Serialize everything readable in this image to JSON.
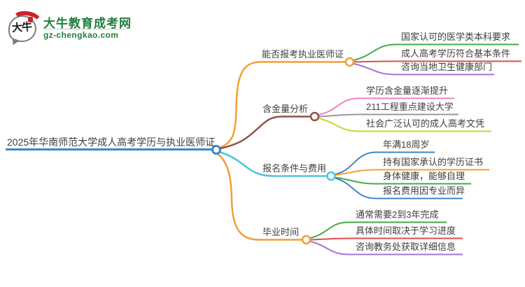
{
  "header": {
    "logo_text": "大牛",
    "site_name": "大牛教育成考网",
    "site_domain": "gz-chengkao.com",
    "brand_color": "#1E7E3C",
    "logo_red": "#C9252C"
  },
  "mindmap": {
    "root": {
      "label": "2025年华南师范大学成人高考学历与执业医师证",
      "color": "#3D86C6"
    },
    "branches": [
      {
        "label": "能否报考执业医师证",
        "color": "#F49D34",
        "children": [
          {
            "label": "国家认可的医学类本科要求",
            "color": "#41AB47"
          },
          {
            "label": "成人高考学历符合基本条件",
            "color": "#E24C4B"
          },
          {
            "label": "咨询当地卫生健康部门",
            "color": "#A472D6"
          }
        ]
      },
      {
        "label": "含金量分析",
        "color": "#8E5349",
        "children": [
          {
            "label": "学历含金量逐渐提升",
            "color": "#F080C6"
          },
          {
            "label": "211工程重点建设大学",
            "color": "#999999"
          },
          {
            "label": "社会广泛认可的成人高考文凭",
            "color": "#CFD32F"
          }
        ]
      },
      {
        "label": "报名条件与费用",
        "color": "#4BC5DD",
        "children": [
          {
            "label": "年满18周岁",
            "color": "#3D86C6"
          },
          {
            "label": "持有国家承认的学历证书",
            "color": "#F49D34"
          },
          {
            "label": "身体健康，能够自理",
            "color": "#41AB47"
          },
          {
            "label": "报名费用因专业而异",
            "color": "#3D86C6"
          }
        ]
      },
      {
        "label": "毕业时间",
        "color": "#F49D34",
        "children": [
          {
            "label": "通常需要2到3年完成",
            "color": "#41AB47"
          },
          {
            "label": "具体时间取决于学习进度",
            "color": "#E24C4B"
          },
          {
            "label": "咨询教务处获取详细信息",
            "color": "#A472D6"
          }
        ]
      }
    ]
  }
}
